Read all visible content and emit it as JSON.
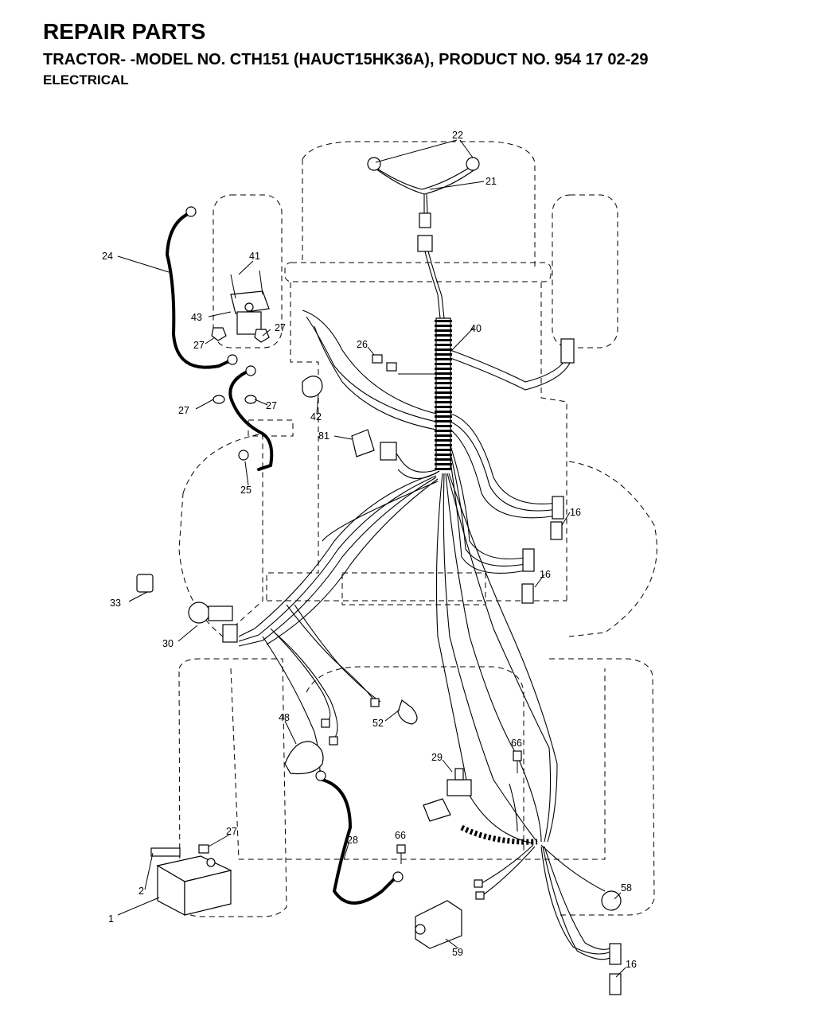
{
  "header": {
    "title": "REPAIR PARTS",
    "subtitle": "TRACTOR- -MODEL NO. CTH151 (HAUCT15HK36A), PRODUCT NO. 954 17 02-29",
    "section": "ELECTRICAL"
  },
  "callouts": [
    "22",
    "21",
    "24",
    "41",
    "43",
    "27",
    "27",
    "27",
    "27",
    "26",
    "40",
    "42",
    "81",
    "25",
    "16",
    "16",
    "33",
    "30",
    "48",
    "52",
    "29",
    "66",
    "66",
    "27",
    "28",
    "2",
    "1",
    "58",
    "59",
    "16"
  ]
}
